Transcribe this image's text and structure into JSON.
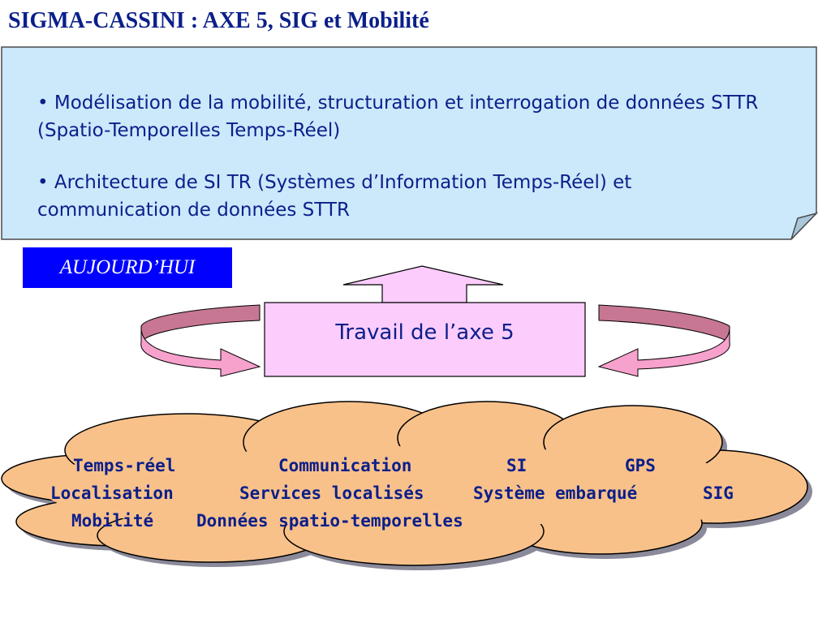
{
  "title": "SIGMA-CASSINI : AXE 5, SIG et Mobilité",
  "note": {
    "bullets": [
      "• Modélisation de la mobilité, structuration et interrogation de données STTR (Spatio-Temporelles Temps-Réel)",
      "• Architecture de SI TR (Systèmes d’Information Temps-Réel) et communication de données STTR"
    ]
  },
  "today_label": "AUJOURD’HUI",
  "work_label": "Travail de l’axe 5",
  "keywords": {
    "row1": [
      "Temps-réel",
      "Communication",
      "SI",
      "GPS"
    ],
    "row2": [
      "Localisation",
      "Services localisés",
      "Système embarqué",
      "SIG"
    ],
    "row3": [
      "Mobilité",
      "Données spatio-temporelles"
    ]
  },
  "colors": {
    "title": "#0b1f8a",
    "note_fill": "#cce8fb",
    "today_bg": "#0000ff",
    "work_box_fill": "#fcccfc",
    "cloud_fill": "#f9c18a",
    "arrow_pink": "#f7a1cd",
    "arrow_dark": "#c77793"
  }
}
